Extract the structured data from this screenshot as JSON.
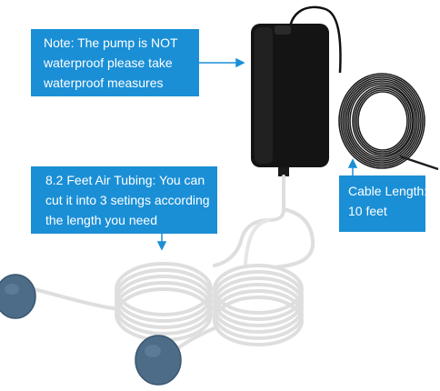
{
  "callouts": {
    "note": {
      "lines": [
        "Note: The pump is NOT",
        "waterproof  please take",
        "waterproof measures"
      ]
    },
    "tubing": {
      "lines": [
        "8.2 Feet Air Tubing: You can",
        "cut it into 3 setings according",
        "the length you need"
      ]
    },
    "cable": {
      "lines": [
        "Cable Length:",
        "10 feet"
      ]
    }
  },
  "colors": {
    "callout_blue": "#1a8fd6",
    "pump_black": "#141414",
    "stone_blue": "#4d6c88",
    "tubing_white": "#f2f2f2"
  },
  "icons": [
    "air-pump",
    "power-cable-coil",
    "air-tubing-coil",
    "air-stone"
  ]
}
